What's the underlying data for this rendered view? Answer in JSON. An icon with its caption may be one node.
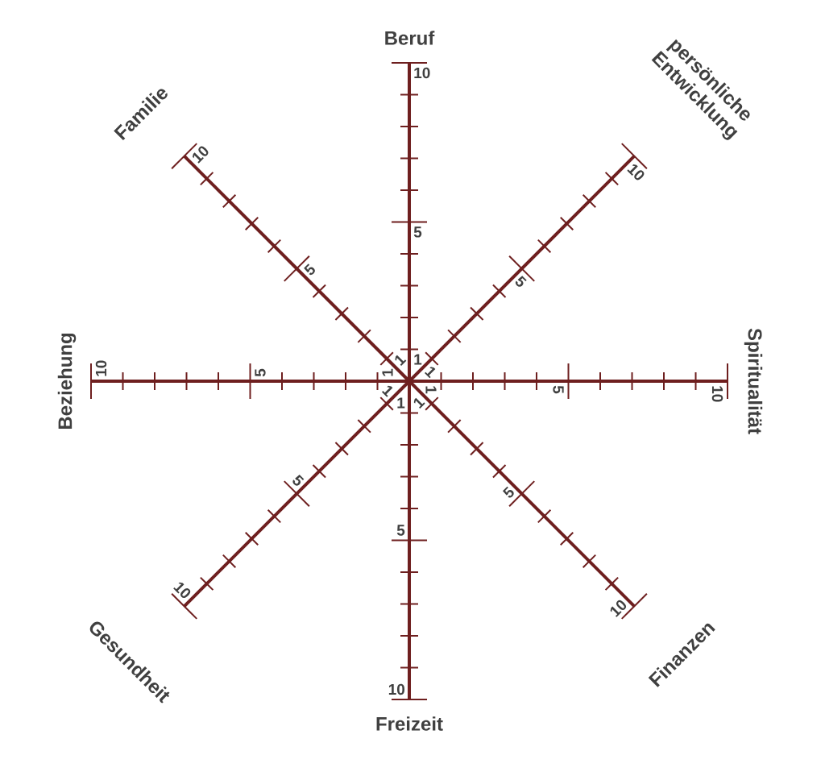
{
  "diagram": {
    "labels": [
      "Beruf",
      "10",
      "5",
      "1",
      "persönliche Entwicklung",
      "10",
      "5",
      "1",
      "Spiritualität",
      "10",
      "5",
      "1",
      "Finanzen",
      "10",
      "5",
      "1",
      "Freizeit",
      "10",
      "5",
      "1",
      "Gesundheit",
      "10",
      "5",
      "1",
      "Beziehung",
      "10",
      "5",
      "1",
      "Familie",
      "10",
      "5",
      "1"
    ]
  }
}
